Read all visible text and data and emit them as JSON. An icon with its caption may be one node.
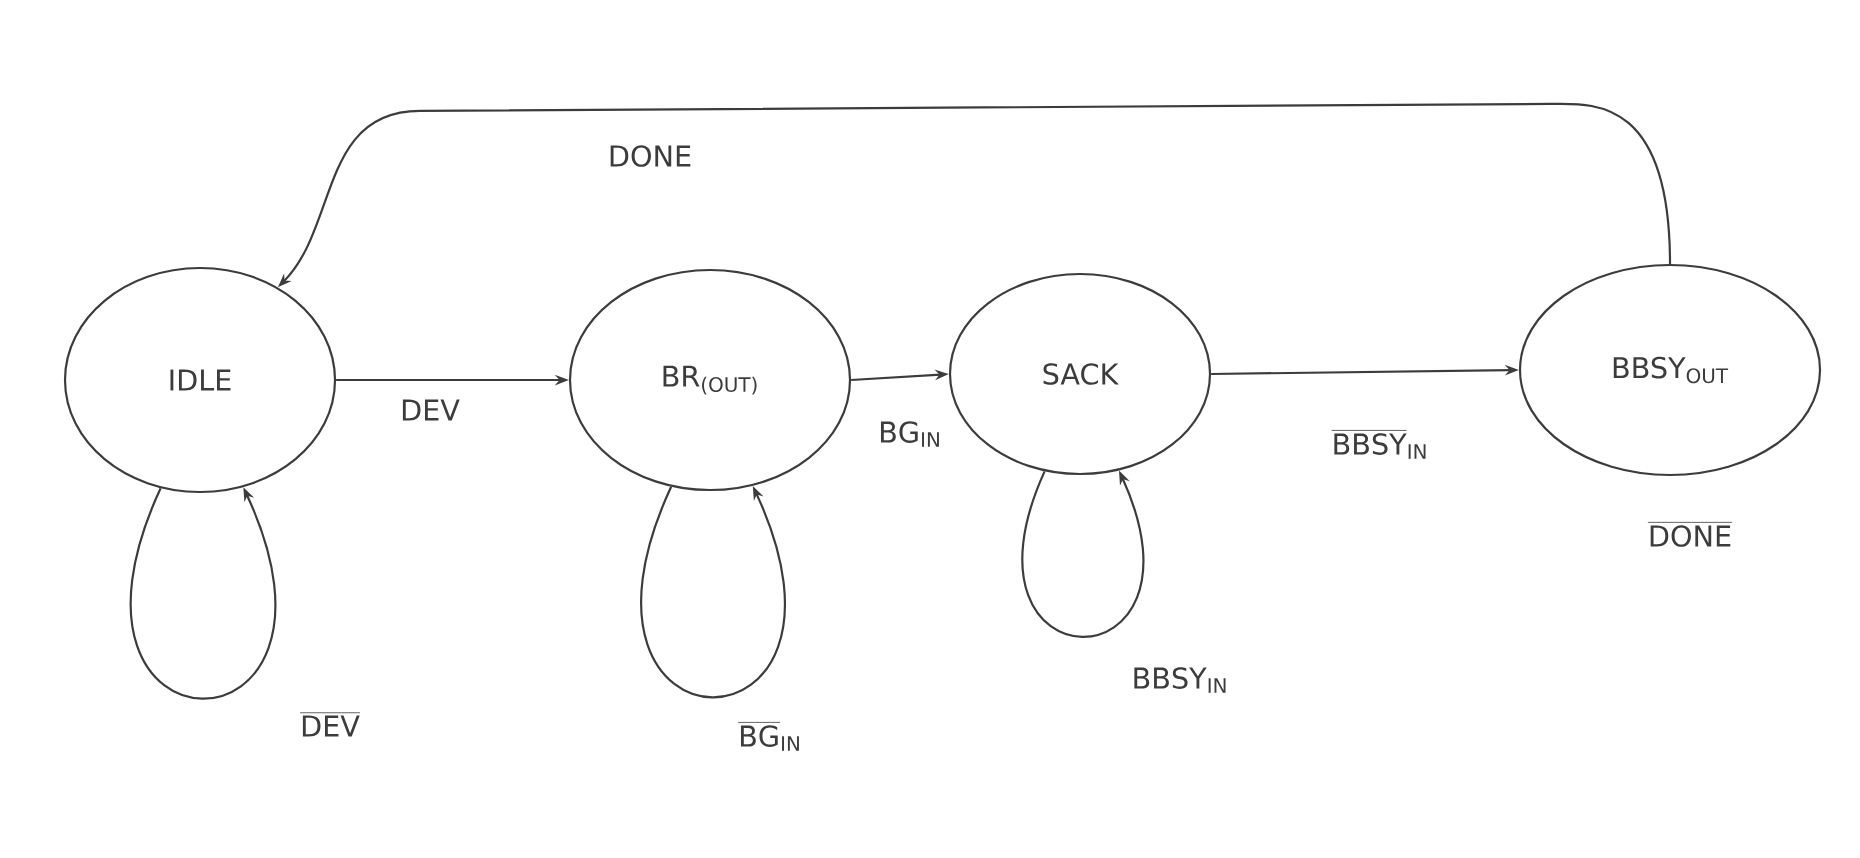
{
  "diagram": {
    "nodes": [
      {
        "text": [
          "IDLE"
        ]
      },
      {
        "text": [
          "BR$_{(OUT)}$"
        ]
      },
      {
        "text": [
          "SACK"
        ]
      },
      {
        "text": [
          "BBSY$_{OUT}$"
        ]
      }
    ],
    "edges": [
      {
        "from": 0,
        "to": 1,
        "arrow": "to",
        "label": "\\mathrm{DEV}"
      },
      {
        "from": 1,
        "to": 2,
        "arrow": "to",
        "label": "\\mathrm{BG}_{\\mathrm{IN}}"
      },
      {
        "from": 2,
        "to": 3,
        "arrow": "to",
        "label": "\\overline{\\mathrm{BBSY}}_{\\mathrm{IN}}"
      },
      {
        "from": 3,
        "to": 0,
        "arrow": "to",
        "label": "\\mathrm{DONE}"
      },
      {
        "from": 0,
        "to": 0,
        "arrow": "to",
        "label": "\\overline{\\mathrm{DEV}}"
      },
      {
        "from": 1,
        "to": 1,
        "arrow": "to",
        "label": "\\overline{\\mathrm{BG}}_{\\mathrm{IN}}"
      },
      {
        "from": 2,
        "to": 2,
        "arrow": "to",
        "label": "\\mathrm{BBSY}_{\\mathrm{IN}}"
      }
    ],
    "labels": [
      "\\overline{\\mathrm{DONE}}"
    ]
  }
}
